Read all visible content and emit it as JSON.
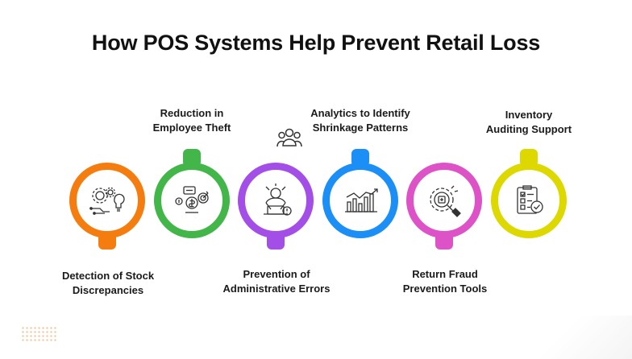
{
  "title": "How POS Systems Help Prevent Retail Loss",
  "steps": [
    {
      "line1": "Detection of Stock",
      "line2": "Discrepancies",
      "color": "#f57c0f",
      "icon": "gears-lightbulb-icon",
      "label_position": "bottom"
    },
    {
      "line1": "Reduction in",
      "line2": "Employee Theft",
      "color": "#43b649",
      "icon": "money-target-icon",
      "label_position": "top"
    },
    {
      "line1": "Prevention of",
      "line2": "Administrative Errors",
      "color": "#a44ee8",
      "icon": "stressed-worker-icon",
      "label_position": "bottom"
    },
    {
      "line1": "Analytics to Identify",
      "line2": "Shrinkage Patterns",
      "color": "#1b8ff5",
      "icon": "analytics-chart-icon",
      "label_position": "top"
    },
    {
      "line1": "Return Fraud",
      "line2": "Prevention Tools",
      "color": "#dd53c7",
      "icon": "magnifier-target-icon",
      "label_position": "bottom"
    },
    {
      "line1": "Inventory",
      "line2": "Auditing Support",
      "color": "#dcd800",
      "icon": "checklist-icon",
      "label_position": "top"
    }
  ],
  "floating_icon": "people-group-icon"
}
